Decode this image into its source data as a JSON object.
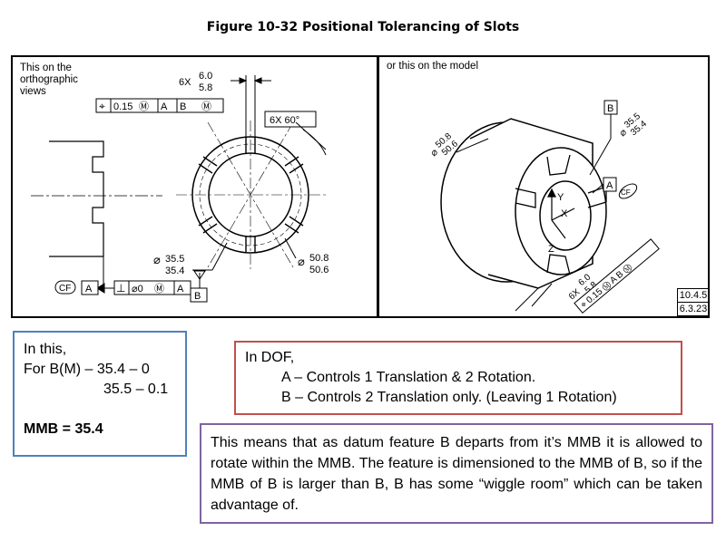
{
  "figure": {
    "title": "Figure 10-32 Positional Tolerancing of Slots"
  },
  "left_panel": {
    "caption": "This on the\northographic\nviews",
    "slot_count": "6X",
    "width_max": "6.0",
    "width_min": "5.8",
    "position_tol": {
      "symbol": "⌖",
      "value": "0.15",
      "modifier": "Ⓜ",
      "datum_a": "A",
      "datum_b": "B",
      "datum_b_modifier": "Ⓜ"
    },
    "angle_label": "6X 60°",
    "bore_max": "35.5",
    "bore_min": "35.4",
    "od_max": "50.8",
    "od_min": "50.6",
    "diameter_symbol": "⌀",
    "datum_cf": "CF",
    "datum_a": "A",
    "perp_frame": {
      "symbol": "⊥",
      "value": "⌀0",
      "modifier": "Ⓜ",
      "datum": "A"
    },
    "datum_b": "B"
  },
  "right_panel": {
    "caption": "or this on the model",
    "od_max": "50.8",
    "od_min": "50.6",
    "bore_max": "35.5",
    "bore_min": "35.4",
    "datum_b": "B",
    "datum_a": "A",
    "cf": "CF",
    "axis_x": "X",
    "axis_y": "Y",
    "axis_z": "Z",
    "slot_count": "6X",
    "width_max": "6.0",
    "width_min": "5.8",
    "position_frame": "⌖ 0.15 Ⓜ A B Ⓜ"
  },
  "references": [
    "10.4.5",
    "6.3.23"
  ],
  "mmb_box": {
    "line1": "In this,",
    "line2": "For B(M) – 35.4 – 0",
    "line3": "35.5 – 0.1",
    "result": "MMB = 35.4"
  },
  "dof_box": {
    "heading": "In DOF,",
    "a_line": "A – Controls 1 Translation & 2 Rotation.",
    "b_line": "B – Controls 2 Translation only. (Leaving 1 Rotation)"
  },
  "explanation": {
    "text": "This means that as datum feature B departs from it’s MMB it is allowed to rotate within the MMB. The feature is dimensioned to the MMB of B, so if the MMB of B is larger than B, B has some “wiggle room” which can be taken advantage of."
  },
  "colors": {
    "mmb_border": "#4f81bd",
    "dof_border": "#c0504d",
    "explanation_border": "#8064a2"
  }
}
